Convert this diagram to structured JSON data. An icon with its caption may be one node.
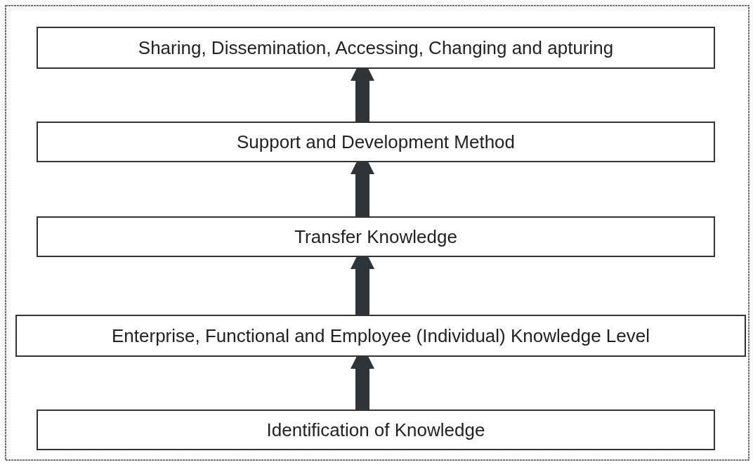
{
  "diagram": {
    "nodes": [
      {
        "text": [
          "Sharing, Dissemination, Accessing, Changing and apturing"
        ]
      },
      {
        "text": [
          "Support and Development Method"
        ]
      },
      {
        "text": [
          "Transfer Knowledge"
        ]
      },
      {
        "text": [
          "Enterprise, Functional and Employee (Individual) Knowledge Level"
        ]
      },
      {
        "text": [
          "Identification of Knowledge"
        ]
      }
    ],
    "edges": [
      {
        "from": 4,
        "to": 3,
        "arrow": "to"
      },
      {
        "from": 3,
        "to": 2,
        "arrow": "to"
      },
      {
        "from": 2,
        "to": 1,
        "arrow": "to"
      },
      {
        "from": 1,
        "to": 0,
        "arrow": "to"
      }
    ]
  }
}
